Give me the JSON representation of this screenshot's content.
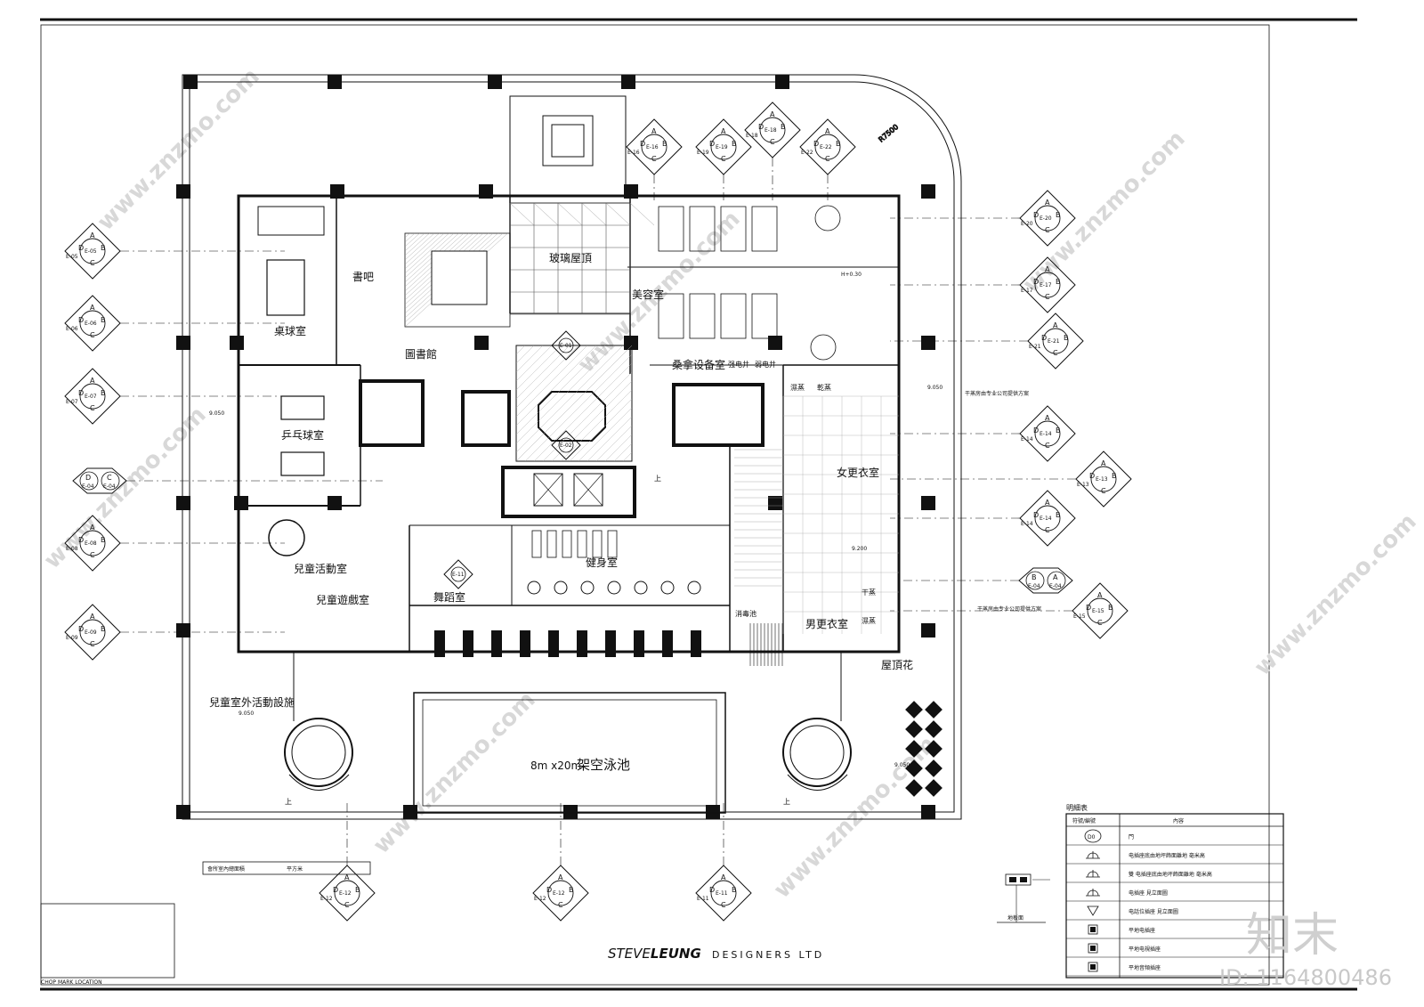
{
  "rooms": {
    "billiards": "桌球室",
    "bar": "書吧",
    "library": "圖書館",
    "glass_roof": "玻璃屋頂",
    "beauty": "美容室",
    "sauna_equipment": "桑拿设备室",
    "strong_electric": "强电井",
    "weak_electric": "弱电井",
    "table_tennis": "乒乓球室",
    "kids_activity": "兒童活動室",
    "kids_play": "兒童遊戲室",
    "dance": "舞蹈室",
    "gym": "健身室",
    "female_locker": "女更衣室",
    "male_locker": "男更衣室",
    "disinfection_pool": "消毒池",
    "wet_steam": "濕蒸",
    "dry_steam": "乾蒸",
    "dry_steam_2": "干蒸",
    "wet_steam_2": "濕蒸",
    "roof_garden": "屋頂花",
    "kids_outdoor": "兒童室外活動設施",
    "pool_size": "8m x20m",
    "pool": "架空泳池",
    "radius": "R7500",
    "up_1": "上",
    "up_2": "上",
    "up_3": "上",
    "note_1": "干蒸房由专业公司提供方案",
    "note_2": "干蒸房由专业公司提供方案",
    "level_1": "9.050",
    "level_2": "9.050",
    "level_3": "9.050",
    "level_4": "9.050",
    "level_5": "9.200",
    "level_6": "H+0.30"
  },
  "area_box": {
    "label": "會所室內總面積",
    "unit": "平方米"
  },
  "chop_mark": "CHOP MARK LOCATION",
  "logo": {
    "light": "STEVE",
    "bold": "LEUNG",
    "rest": "DESIGNERS LTD"
  },
  "watermarks": {
    "brand": "知末",
    "id": "ID: 1164800486",
    "site": "www.znzmo.com"
  },
  "legend": {
    "title": "明細表",
    "headers": [
      "符號/編號",
      "內容"
    ],
    "rows": [
      {
        "symbol": "D0",
        "text": "門"
      },
      {
        "symbol": "socket-floor",
        "text": "电插座底由地坪飾面離地     毫米高"
      },
      {
        "symbol": "socket-double",
        "text": "雙     电插座底由地坪飾面離地     毫米高"
      },
      {
        "symbol": "socket-e",
        "text": "电插座     見立面圖"
      },
      {
        "symbol": "phone",
        "text": "电話位插座    見立面圖"
      },
      {
        "symbol": "floor-power",
        "text": "平地电插座"
      },
      {
        "symbol": "floor-tv",
        "text": "平地电視插座"
      },
      {
        "symbol": "floor-audio",
        "text": "平地音頻插座"
      }
    ],
    "floor_label": "地板面"
  },
  "elevation_markers": [
    {
      "id": "E-05",
      "pos": "L1"
    },
    {
      "id": "E-06",
      "pos": "L2"
    },
    {
      "id": "E-07",
      "pos": "L3"
    },
    {
      "id": "E-08",
      "pos": "L5"
    },
    {
      "id": "E-09",
      "pos": "L6"
    },
    {
      "id": "E-16",
      "pos": "T1"
    },
    {
      "id": "E-19",
      "pos": "T2"
    },
    {
      "id": "E-18",
      "pos": "T3"
    },
    {
      "id": "E-22",
      "pos": "T4"
    },
    {
      "id": "E-20",
      "pos": "R1"
    },
    {
      "id": "E-17",
      "pos": "R2"
    },
    {
      "id": "E-21",
      "pos": "R3"
    },
    {
      "id": "E-14",
      "pos": "R4"
    },
    {
      "id": "E-13",
      "pos": "R5"
    },
    {
      "id": "E-14",
      "pos": "R6"
    },
    {
      "id": "E-15",
      "pos": "R8"
    },
    {
      "id": "E-12",
      "pos": "B1"
    },
    {
      "id": "E-12",
      "pos": "B2"
    },
    {
      "id": "E-11",
      "pos": "B3"
    },
    {
      "id": "E-01",
      "pos": "C1"
    },
    {
      "id": "E-02",
      "pos": "C2"
    },
    {
      "id": "E-11",
      "pos": "C3"
    }
  ],
  "pair_markers": [
    {
      "id": "E-04",
      "left": "D",
      "right": "C"
    },
    {
      "id": "E-04",
      "left": "B",
      "right": "A"
    }
  ]
}
